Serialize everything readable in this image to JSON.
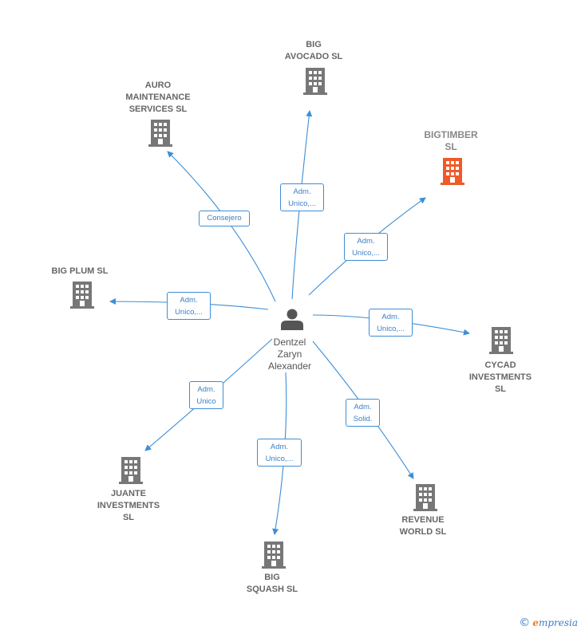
{
  "colors": {
    "edge": "#3d8ed6",
    "building": "#777777",
    "highlight_building": "#f05a28",
    "person": "#555555"
  },
  "person": {
    "name": "Dentzel\nZaryn\nAlexander",
    "icon": "person-icon"
  },
  "companies": [
    {
      "id": "big-avocado",
      "label": "BIG\nAVOCADO  SL",
      "icon": "building-icon",
      "highlight": false
    },
    {
      "id": "auro-maintenance",
      "label": "AURO\nMAINTENANCE\nSERVICES  SL",
      "icon": "building-icon",
      "highlight": false
    },
    {
      "id": "bigtimber",
      "label": "BIGTIMBER\nSL",
      "icon": "building-icon",
      "highlight": true
    },
    {
      "id": "big-plum",
      "label": "BIG PLUM  SL",
      "icon": "building-icon",
      "highlight": false
    },
    {
      "id": "cycad-investments",
      "label": "CYCAD\nINVESTMENTS\nSL",
      "icon": "building-icon",
      "highlight": false
    },
    {
      "id": "juante-investments",
      "label": "JUANTE\nINVESTMENTS\nSL",
      "icon": "building-icon",
      "highlight": false
    },
    {
      "id": "revenue-world",
      "label": "REVENUE\nWORLD SL",
      "icon": "building-icon",
      "highlight": false
    },
    {
      "id": "big-squash",
      "label": "BIG\nSQUASH  SL",
      "icon": "building-icon",
      "highlight": false
    }
  ],
  "edges": [
    {
      "to": "big-avocado",
      "label": "Adm.\nUnico,..."
    },
    {
      "to": "auro-maintenance",
      "label": "Consejero"
    },
    {
      "to": "bigtimber",
      "label": "Adm.\nUnico,..."
    },
    {
      "to": "big-plum",
      "label": "Adm.\nUnico,..."
    },
    {
      "to": "cycad-investments",
      "label": "Adm.\nUnico,..."
    },
    {
      "to": "juante-investments",
      "label": "Adm.\nUnico"
    },
    {
      "to": "revenue-world",
      "label": "Adm.\nSolid."
    },
    {
      "to": "big-squash",
      "label": "Adm.\nUnico,..."
    }
  ],
  "footer": {
    "copyright": "©",
    "brand_initial": "e",
    "brand_rest": "mpresia"
  }
}
